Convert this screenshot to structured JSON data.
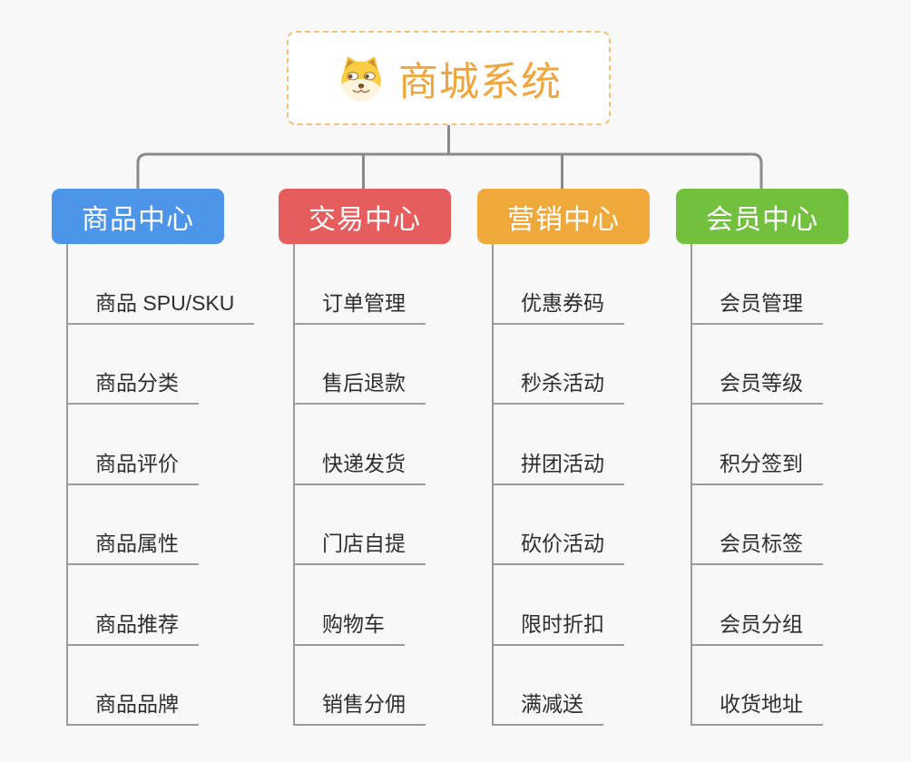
{
  "root": {
    "title": "商城系统",
    "icon": "dog-face-icon"
  },
  "colors": {
    "root_text": "#f0a63d",
    "root_border": "#f2c379",
    "connector_gray": "#8a8a8a",
    "leaf_line_gray": "#9b9b9b",
    "branch_blue": "#4c95e8",
    "branch_red": "#e65d5d",
    "branch_orange": "#efa93b",
    "branch_green": "#72c03d"
  },
  "branches": [
    {
      "label": "商品中心",
      "color": "#4c95e8",
      "items": [
        "商品 SPU/SKU",
        "商品分类",
        "商品评价",
        "商品属性",
        "商品推荐",
        "商品品牌"
      ]
    },
    {
      "label": "交易中心",
      "color": "#e65d5d",
      "items": [
        "订单管理",
        "售后退款",
        "快递发货",
        "门店自提",
        "购物车",
        "销售分佣"
      ]
    },
    {
      "label": "营销中心",
      "color": "#efa93b",
      "items": [
        "优惠券码",
        "秒杀活动",
        "拼团活动",
        "砍价活动",
        "限时折扣",
        "满减送"
      ]
    },
    {
      "label": "会员中心",
      "color": "#72c03d",
      "items": [
        "会员管理",
        "会员等级",
        "积分签到",
        "会员标签",
        "会员分组",
        "收货地址"
      ]
    }
  ]
}
